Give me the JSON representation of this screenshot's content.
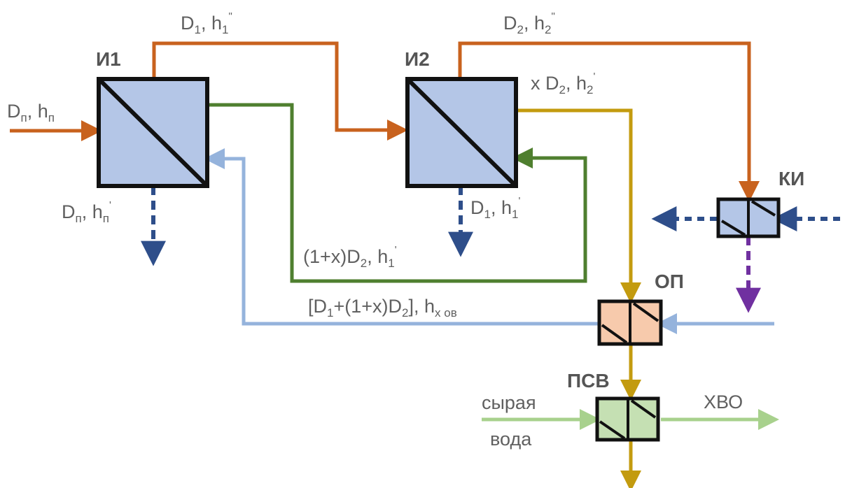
{
  "units": {
    "i1": "И1",
    "i2": "И2",
    "ki": "КИ",
    "op": "ОП",
    "psv": "ПСВ"
  },
  "labels": {
    "inlet_d": "D",
    "inlet_d_sub": "п",
    "inlet_h": "h",
    "inlet_h_sub": "п",
    "top1_d": "D",
    "top1_d_sub": "1",
    "top1_h": "h",
    "top1_h_sub": "1",
    "top1_h_sup": "\"",
    "top2_d": "D",
    "top2_d_sub": "2",
    "top2_h": "h",
    "top2_h_sub": "2",
    "top2_h_sup": "\"",
    "xd2_x": "x",
    "xd2_d": "D",
    "xd2_d_sub": "2",
    "xd2_h": "h",
    "xd2_h_sub": "2",
    "xd2_h_sup": "'",
    "drain1_d": "D",
    "drain1_d_sub": "п",
    "drain1_h": "h",
    "drain1_h_sub": "п",
    "drain1_h_sup": "'",
    "drain2_d": "D",
    "drain2_d_sub": "1",
    "drain2_h": "h",
    "drain2_h_sub": "1",
    "drain2_h_sup": "'",
    "green_pre": "(1+x)D",
    "green_d_sub": "2",
    "green_h": "h",
    "green_h_sub": "1",
    "green_h_sup": "'",
    "blue_pre": "[D",
    "blue_d1_sub": "1",
    "blue_mid": "+(1+x)D",
    "blue_d2_sub": "2",
    "blue_close": "],",
    "blue_h": "h",
    "blue_h_sub": "х ов",
    "raw_water_1": "сырая",
    "raw_water_2": "вода",
    "hvo": "ХВО"
  },
  "colors": {
    "steam": "#c8621e",
    "condensate_green": "#4f7f2f",
    "blue_line": "#95b3dc",
    "gold": "#c39b0f",
    "dark_blue": "#2e4e8a",
    "purple": "#7030a0",
    "light_green": "#a8d18d",
    "exchanger_fill": "#b4c6e7",
    "op_fill": "#f7caac",
    "psv_fill": "#c5e0b3"
  }
}
